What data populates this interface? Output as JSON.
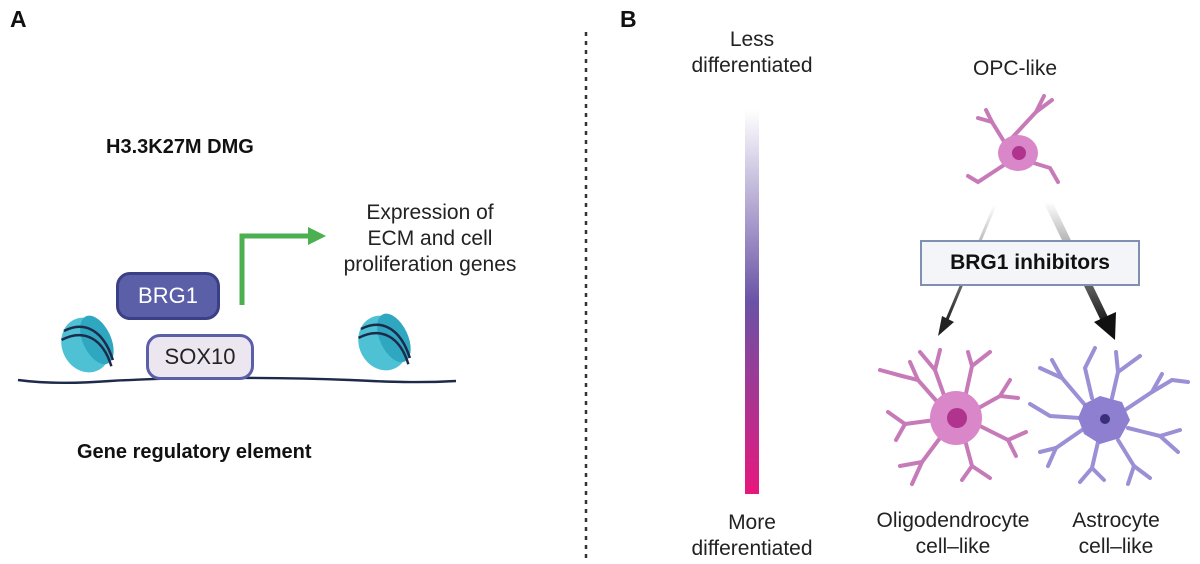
{
  "panel_a": {
    "letter": "A",
    "title": "H3.3K27M DMG",
    "expression_label": "Expression of\nECM and cell\nproliferation genes",
    "brg1": "BRG1",
    "sox10": "SOX10",
    "footer": "Gene regulatory element"
  },
  "panel_b": {
    "letter": "B",
    "gradient_top": "Less\ndifferentiated",
    "gradient_bottom": "More\ndifferentiated",
    "opc_label": "OPC-like",
    "inhibitor_label": "BRG1 inhibitors",
    "oligo_label": "Oligodendrocyte\ncell–like",
    "astro_label": "Astrocyte\ncell–like"
  },
  "colors": {
    "brg1_fill": "#5b5fa8",
    "sox10_fill": "#ece6f1",
    "nucleosome": "#4ec2d4",
    "arrow_green": "#4caf50",
    "gradient_top": "#ffffff",
    "gradient_mid": "#6a52a6",
    "gradient_bottom": "#e8177e",
    "neuron_pink": "#d987c9",
    "astro_purple": "#9b8fd6"
  }
}
